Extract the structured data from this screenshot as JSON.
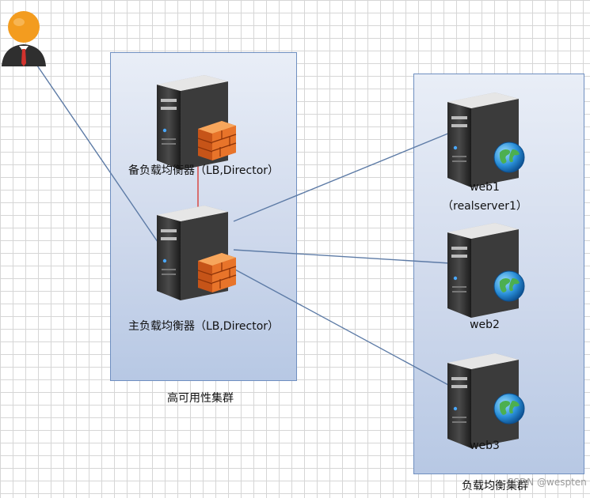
{
  "nodes": {
    "backup_lb": {
      "label": "备负载均衡器（LB,Director）"
    },
    "main_lb": {
      "label": "主负载均衡器（LB,Director）"
    },
    "web1": {
      "label": "web1",
      "sublabel": "（realserver1）"
    },
    "web2": {
      "label": "web2"
    },
    "web3": {
      "label": "web3"
    }
  },
  "clusters": {
    "ha": {
      "label": "高可用性集群"
    },
    "lb": {
      "label": "负载均衡集群"
    }
  },
  "watermark": "CSDN @wespten",
  "colors": {
    "link": "#5d7ba6",
    "heartbeat": "#d9534f",
    "cluster_border": "#6f8fc0",
    "firewall": "#e8742a",
    "globe": "#2a8fd8"
  },
  "icons": {
    "user": "user-icon",
    "server": "server-icon",
    "firewall": "firewall-icon",
    "globe": "globe-icon"
  }
}
